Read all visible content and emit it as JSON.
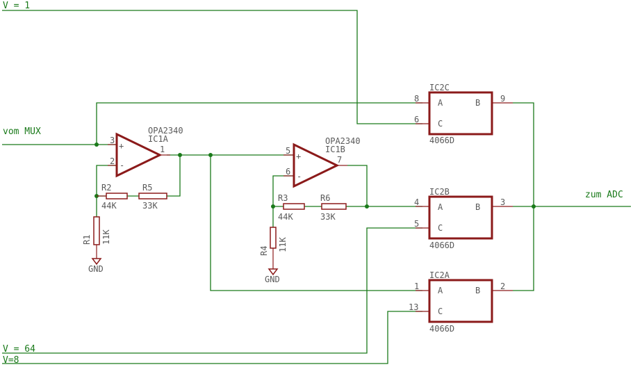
{
  "nets": {
    "v1": "V = 1",
    "v64": "V = 64",
    "v8": "V=8",
    "input": "vom MUX",
    "output": "zum ADC",
    "gnd": "GND"
  },
  "opamps": [
    {
      "name": "IC1A",
      "value": "OPA2340",
      "pin_plus": "3",
      "pin_minus": "2",
      "pin_out": "1",
      "plus_sign": "+",
      "minus_sign": "-"
    },
    {
      "name": "IC1B",
      "value": "OPA2340",
      "pin_plus": "5",
      "pin_minus": "6",
      "pin_out": "7",
      "plus_sign": "+",
      "minus_sign": "-"
    }
  ],
  "resistors": [
    {
      "name": "R2",
      "value": "44K"
    },
    {
      "name": "R5",
      "value": "33K"
    },
    {
      "name": "R1",
      "value": "11K"
    },
    {
      "name": "R3",
      "value": "44K"
    },
    {
      "name": "R6",
      "value": "33K"
    },
    {
      "name": "R4",
      "value": "11K"
    }
  ],
  "switches": [
    {
      "name": "IC2C",
      "value": "4066D",
      "pin_a": "8",
      "pin_c": "6",
      "pin_b": "9",
      "label_a": "A",
      "label_b": "B",
      "label_c": "C"
    },
    {
      "name": "IC2B",
      "value": "4066D",
      "pin_a": "4",
      "pin_c": "5",
      "pin_b": "3",
      "label_a": "A",
      "label_b": "B",
      "label_c": "C"
    },
    {
      "name": "IC2A",
      "value": "4066D",
      "pin_a": "1",
      "pin_c": "13",
      "pin_b": "2",
      "label_a": "A",
      "label_b": "B",
      "label_c": "C"
    }
  ]
}
